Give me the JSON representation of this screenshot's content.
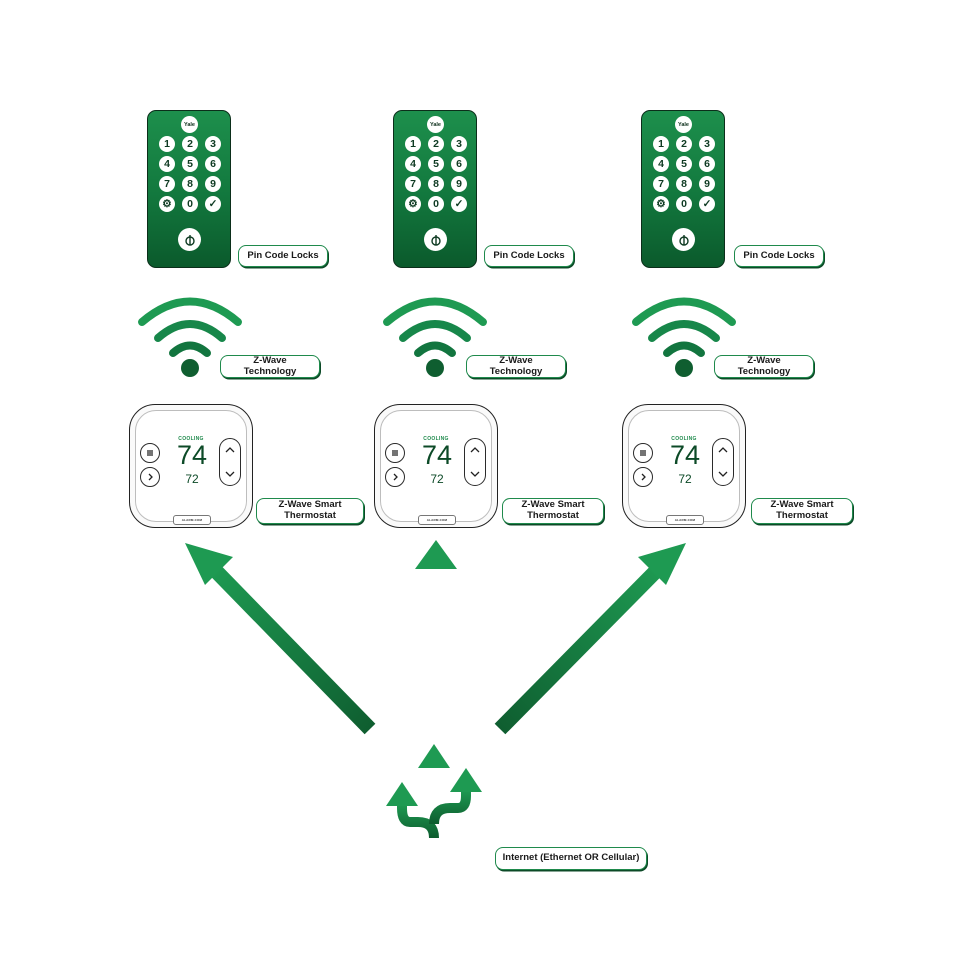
{
  "colors": {
    "green_light": "#1d8f4c",
    "green_dark": "#0b5a2c",
    "border": "#0b2e1a"
  },
  "lock": {
    "brand": "Yale",
    "keys": [
      "1",
      "2",
      "3",
      "4",
      "5",
      "6",
      "7",
      "8",
      "9",
      "⚙",
      "0",
      "✓"
    ]
  },
  "thermostat": {
    "mode": "COOLING",
    "current_temp": "74",
    "set_temp": "72",
    "brand_tab": "ALARM.COM"
  },
  "labels": {
    "pin_locks": "Pin Code Locks",
    "zwave_tech": "Z-Wave Technology",
    "thermostat_line1": "Z-Wave Smart",
    "thermostat_line2": "Thermostat",
    "internet": "Internet (Ethernet OR Cellular)"
  },
  "icons": {
    "lock_power": "power-icon",
    "wireless": "wifi-icon",
    "menu": "menu-icon",
    "next": "chevron-right-icon",
    "up": "chevron-up-icon",
    "down": "chevron-down-icon",
    "internet": "network-split-icon"
  }
}
